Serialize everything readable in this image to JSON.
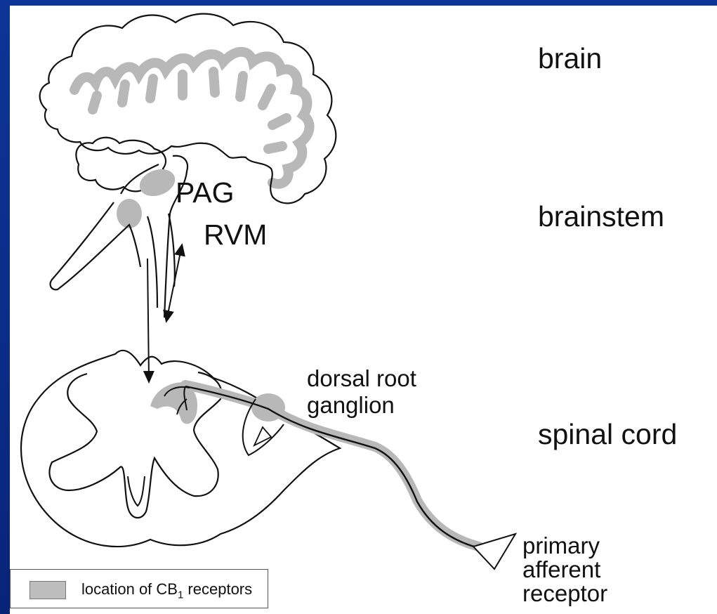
{
  "regions": {
    "brain": "brain",
    "brainstem": "brainstem",
    "spinal_cord": "spinal cord"
  },
  "structures": {
    "pag": "PAG",
    "rvm": "RVM",
    "drg_line1": "dorsal root",
    "drg_line2": "ganglion",
    "receptor_line1": "primary",
    "receptor_line2": "afferent",
    "receptor_line3": "receptor"
  },
  "legend": {
    "text": "location of CB",
    "subscript": "1",
    "suffix": " receptors"
  },
  "colors": {
    "frame": "#0b2f8a",
    "receptor_shading": "#b8b8b8",
    "outline": "#111111"
  }
}
